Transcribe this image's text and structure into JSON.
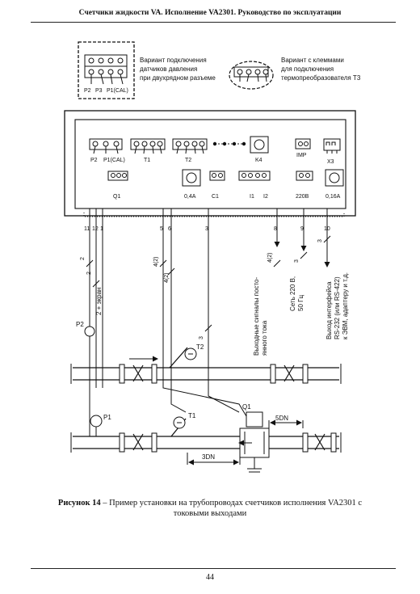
{
  "header": {
    "title": "Счетчики жидкости VA. Исполнение VA2301. Руководство по эксплуатации"
  },
  "inset_left": {
    "caption": [
      "Вариант подключения",
      "датчиков давления",
      "при двухрядном разъеме"
    ],
    "terminals": [
      "P2",
      "P3",
      "P1(CAL)"
    ]
  },
  "inset_right": {
    "caption": [
      "Вариант с клеммами",
      "для подключения",
      "термопреобразователя T3"
    ]
  },
  "device": {
    "top_row": [
      "P2",
      "P1(CAL)",
      "T1",
      "T2",
      "K4",
      "IMP",
      "X3"
    ],
    "bottom_row": [
      "Q1",
      "0,4A",
      "C1",
      "I1",
      "I2",
      "220B",
      "0,16A"
    ]
  },
  "wires": {
    "numbers": [
      "11",
      "12",
      "1",
      "5",
      "6",
      "3",
      "8",
      "9",
      "10"
    ],
    "counts": [
      "2",
      "2",
      "4(2)",
      "4(2)",
      "3",
      "4(2)",
      "3",
      "3"
    ],
    "notes": {
      "screen": "2 + экран",
      "analog_out": [
        "Выходные сигналы посто-",
        "янного тока"
      ],
      "mains": [
        "Сеть 220 В,",
        "50 Гц"
      ],
      "interface": [
        "Выход интерфейса",
        "RS-232 (или RS-422)",
        "к ЭВМ, адаптеру и т.д."
      ]
    }
  },
  "pipeline": {
    "sensors": [
      "P2",
      "T2",
      "P1",
      "T1",
      "Q1"
    ],
    "dimensions": [
      "5DN",
      "3DN"
    ]
  },
  "figure": {
    "label": "Рисунок 14",
    "caption": "– Пример установки на трубопроводах счетчиков исполнения VA2301 с токовыми выходами"
  },
  "page_number": "44"
}
